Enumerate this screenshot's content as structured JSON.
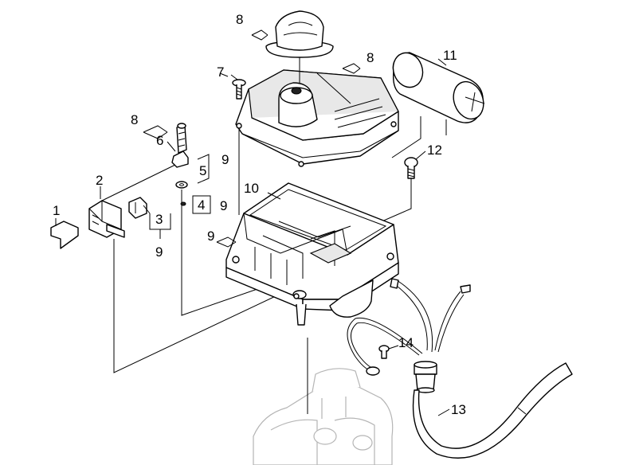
{
  "callouts": {
    "c1": "1",
    "c2": "2",
    "c3": "3",
    "c4": "4",
    "c5": "5",
    "c6": "6",
    "c7": "7",
    "c8a": "8",
    "c8b": "8",
    "c8c": "8",
    "c9a": "9",
    "c9b": "9",
    "c9c": "9",
    "c9d": "9",
    "c10": "10",
    "c11": "11",
    "c12": "12",
    "c13": "13",
    "c14": "14"
  },
  "colors": {
    "line": "#000000",
    "background": "#ffffff",
    "faint_part": "#b5b5b5"
  }
}
